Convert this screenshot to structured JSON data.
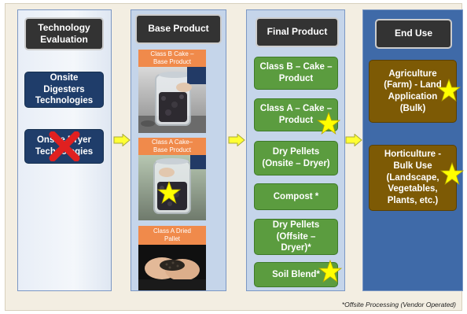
{
  "columns": {
    "tech": {
      "header": "Technology\nEvaluation",
      "items": [
        "Onsite\nDigesters\nTechnologies",
        "Onsite Dryer\nTechnologies"
      ]
    },
    "base": {
      "header": "Base Product",
      "items": [
        "Class B  Cake –\nBase Product",
        "Class A Cake–\nBase Product",
        "Class A Dried\nPallet"
      ]
    },
    "final": {
      "header": "Final Product",
      "items": [
        "Class B – Cake –\nProduct",
        "Class A – Cake –\nProduct",
        "Dry Pellets\n(Onsite – Dryer)",
        "Compost *",
        "Dry Pellets\n(Offsite –\nDryer)*",
        "Soil Blend*"
      ]
    },
    "use": {
      "header": "End Use",
      "items": [
        "Agriculture\n(Farm) - Land\nApplication\n(Bulk)",
        "Horticulture  -\nBulk Use\n(Landscape,\nVegetables,\nPlants, etc.)"
      ]
    }
  },
  "footnote": "*Offsite Processing (Vendor Operated)",
  "colors": {
    "header_bg": "#333333",
    "navy": "#1f3d6a",
    "green": "#5b9c3f",
    "brown": "#7d5a05",
    "orange_label": "#f08a4b",
    "star": "#ffff00",
    "arrow": "#ffff33",
    "cross": "#e02020",
    "end_use_column": "#3f6aa8"
  },
  "icons": {
    "star": "star-icon",
    "cross": "red-x-icon",
    "arrow": "right-arrow-icon"
  }
}
